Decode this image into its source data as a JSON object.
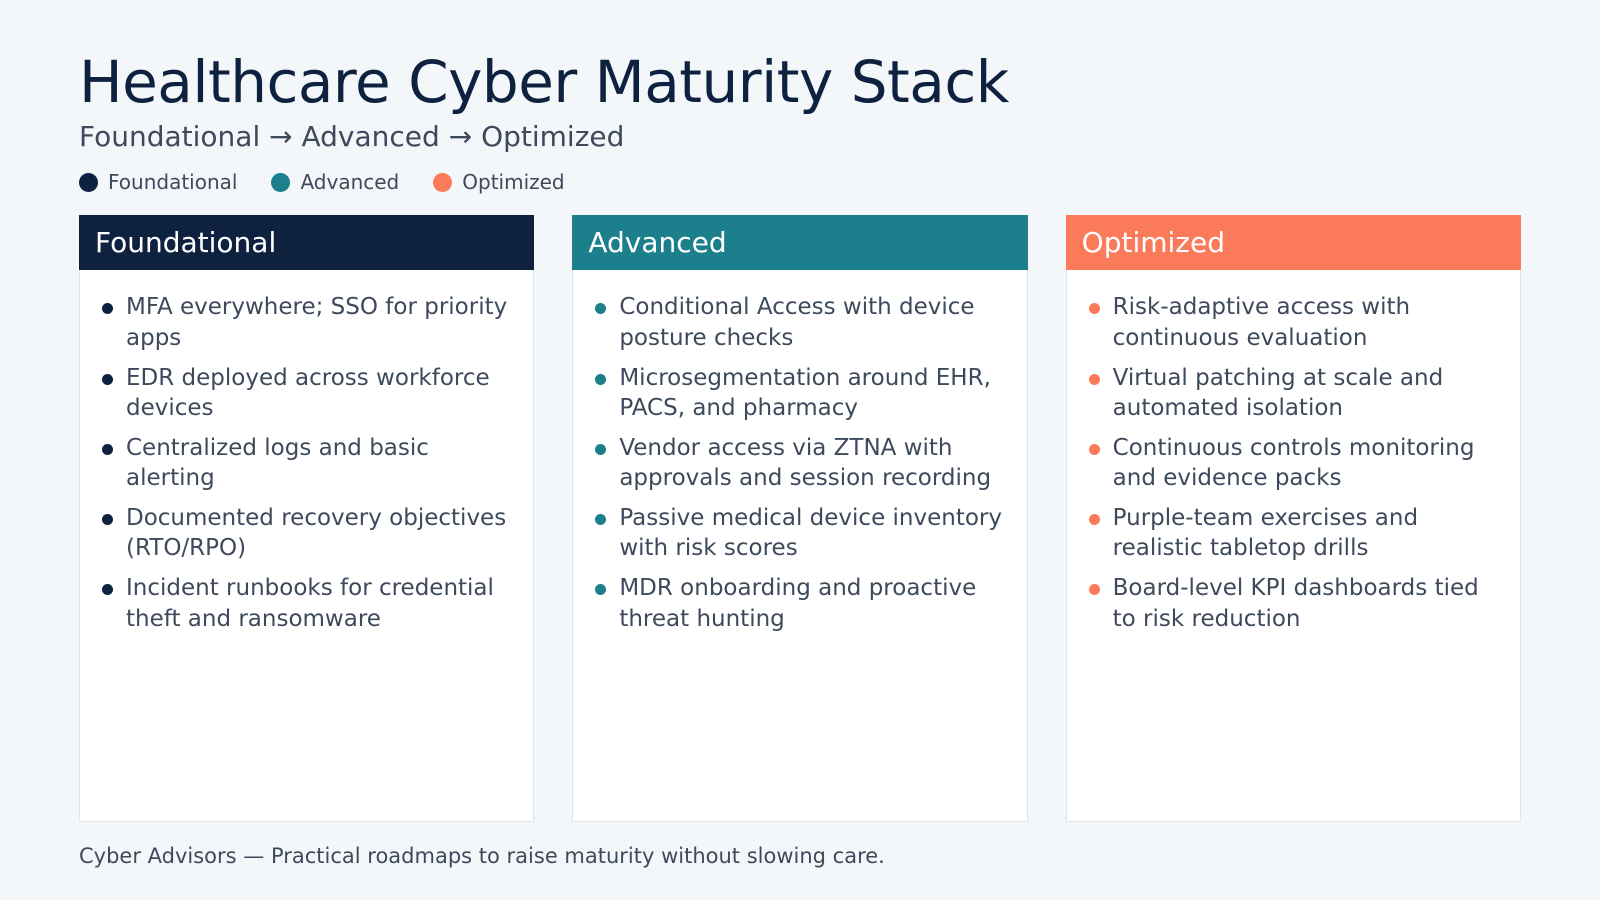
{
  "header": {
    "title": "Healthcare Cyber Maturity Stack",
    "subtitle": "Foundational → Advanced → Optimized"
  },
  "legend": {
    "items": [
      {
        "label": "Foundational",
        "color": "#0e2240",
        "marker": "circle-swatch"
      },
      {
        "label": "Advanced",
        "color": "#1b7f8c",
        "marker": "circle-swatch"
      },
      {
        "label": "Optimized",
        "color": "#fb7a5a",
        "marker": "circle-swatch"
      }
    ]
  },
  "columns": [
    {
      "title": "Foundational",
      "header_color": "#0e2240",
      "bullet_color": "#0e2240",
      "items": [
        "MFA everywhere; SSO for priority apps",
        "EDR deployed across workforce devices",
        "Centralized logs and basic alerting",
        "Documented recovery objectives (RTO/RPO)",
        "Incident runbooks for credential theft and ransomware"
      ]
    },
    {
      "title": "Advanced",
      "header_color": "#1b7f8c",
      "bullet_color": "#1b7f8c",
      "items": [
        "Conditional Access with device posture checks",
        "Microsegmentation around EHR, PACS, and pharmacy",
        "Vendor access via ZTNA with approvals and session recording",
        "Passive medical device inventory with risk scores",
        "MDR onboarding and proactive threat hunting"
      ]
    },
    {
      "title": "Optimized",
      "header_color": "#fb7a5a",
      "bullet_color": "#fb7a5a",
      "items": [
        "Risk-adaptive access with continuous evaluation",
        "Virtual patching at scale and automated isolation",
        "Continuous controls monitoring and evidence packs",
        "Purple-team exercises and realistic tabletop drills",
        "Board-level KPI dashboards tied to risk reduction"
      ]
    }
  ],
  "footer": {
    "text": "Cyber Advisors — Practical roadmaps to raise maturity without slowing care."
  },
  "theme": {
    "background": "#f4f7fa",
    "card_background": "#ffffff",
    "card_border": "#dfe4ec",
    "title_color": "#0e2240",
    "body_text_color": "#3e4a5c"
  }
}
